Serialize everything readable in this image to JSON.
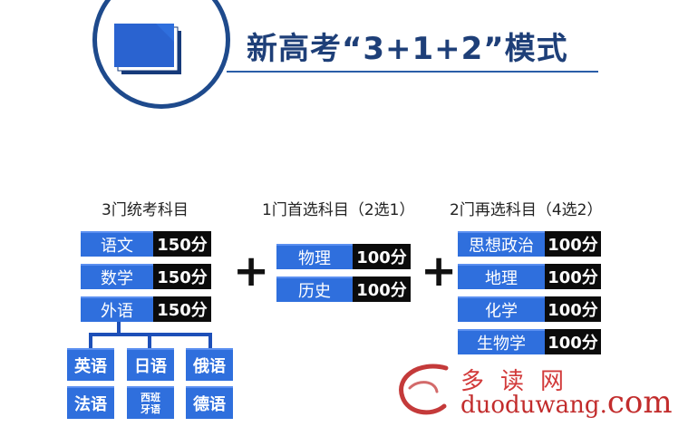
{
  "header": {
    "title": "新高考“3+1+2”模式"
  },
  "groups": {
    "unified": {
      "title": "3门统考科目",
      "rows": [
        {
          "subject": "语文",
          "score": "150分"
        },
        {
          "subject": "数学",
          "score": "150分"
        },
        {
          "subject": "外语",
          "score": "150分"
        }
      ]
    },
    "first": {
      "title": "1门首选科目（2选1）",
      "rows": [
        {
          "subject": "物理",
          "score": "100分"
        },
        {
          "subject": "历史",
          "score": "100分"
        }
      ]
    },
    "second": {
      "title": "2门再选科目（4选2）",
      "rows": [
        {
          "subject": "思想政治",
          "score": "100分"
        },
        {
          "subject": "地理",
          "score": "100分"
        },
        {
          "subject": "化学",
          "score": "100分"
        },
        {
          "subject": "生物学",
          "score": "100分"
        }
      ]
    }
  },
  "languages": {
    "english": "英语",
    "japanese": "日语",
    "russian": "俄语",
    "french": "法语",
    "spanish_line1": "西班",
    "spanish_line2": "牙语",
    "german": "德语"
  },
  "operators": {
    "plus": "+"
  },
  "watermark": {
    "chinese": "多读网",
    "domain": "duoduwang.",
    "tld": "com"
  },
  "colors": {
    "blue": "#2f6fdd",
    "dark": "#0b0b0b",
    "navy": "#1e3f78"
  }
}
